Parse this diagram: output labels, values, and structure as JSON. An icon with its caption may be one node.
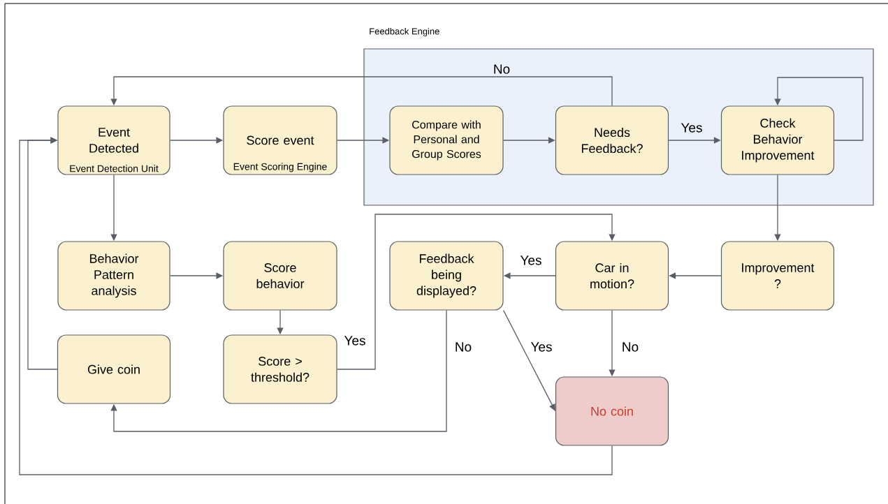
{
  "diagram": {
    "nodes": [
      {
        "text": [
          "Feedback Engine"
        ]
      },
      {
        "text": [
          "Event Detected",
          "Event Detection Unit"
        ]
      },
      {
        "text": [
          "Score event",
          "Event Scoring Engine"
        ]
      },
      {
        "text": [
          "Compare with Personal and Group Scores"
        ],
        "in": 0
      },
      {
        "text": [
          "Needs Feedback?"
        ],
        "in": 0
      },
      {
        "text": [
          "Check Behavior Improvement"
        ],
        "in": 0
      },
      {
        "text": [
          "Behavior Pattern analysis"
        ]
      },
      {
        "text": [
          "Score behavior"
        ]
      },
      {
        "text": [
          "Feedback being displayed?"
        ]
      },
      {
        "text": [
          "Car in motion?"
        ]
      },
      {
        "text": [
          "Improvement ?"
        ]
      },
      {
        "text": [
          "Give coin"
        ]
      },
      {
        "text": [
          "Score > threshold?"
        ]
      },
      {
        "text": [
          "No coin"
        ]
      }
    ],
    "edges": [
      {
        "from": 1,
        "to": 2,
        "arrow": "to"
      },
      {
        "from": 2,
        "to": 3,
        "arrow": "to"
      },
      {
        "from": 3,
        "to": 4,
        "arrow": "to"
      },
      {
        "from": 4,
        "to": 5,
        "arrow": "to",
        "label": "Yes"
      },
      {
        "from": 4,
        "to": 1,
        "arrow": "to",
        "label": "No"
      },
      {
        "from": 5,
        "to": 5,
        "arrow": "to"
      },
      {
        "from": 1,
        "to": 6,
        "arrow": "to"
      },
      {
        "from": 6,
        "to": 7,
        "arrow": "to"
      },
      {
        "from": 7,
        "to": 12,
        "arrow": "to"
      },
      {
        "from": 12,
        "to": 9,
        "arrow": "to",
        "label": "Yes"
      },
      {
        "from": 5,
        "to": 10,
        "arrow": "to"
      },
      {
        "from": 10,
        "to": 9,
        "arrow": "to"
      },
      {
        "from": 9,
        "to": 8,
        "arrow": "to",
        "label": "Yes"
      },
      {
        "from": 9,
        "to": 13,
        "arrow": "to",
        "label": "No"
      },
      {
        "from": 8,
        "to": 13,
        "arrow": "to",
        "label": "Yes"
      },
      {
        "from": 8,
        "to": 11,
        "arrow": "to",
        "label": "No"
      },
      {
        "from": 11,
        "to": 1,
        "arrow": "to"
      },
      {
        "from": 13,
        "to": 1,
        "arrow": "to"
      }
    ]
  }
}
